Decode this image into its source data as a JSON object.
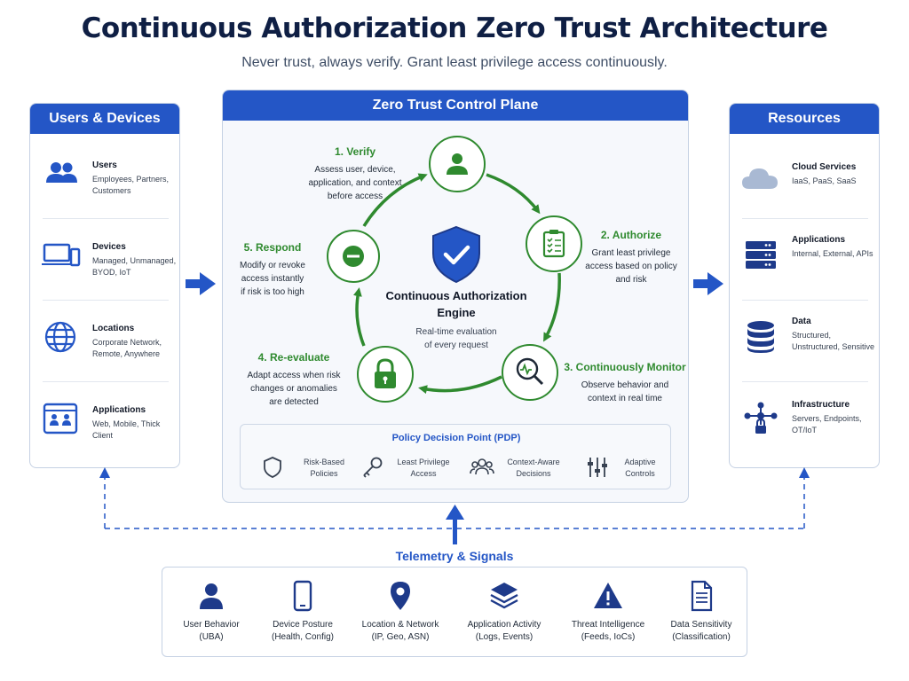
{
  "title": "Continuous Authorization Zero Trust Architecture",
  "subtitle": "Never trust, always verify. Grant least privilege access continuously.",
  "left_panel": {
    "header": "Users & Devices",
    "items": [
      {
        "icon": "users-icon",
        "title": "Users",
        "desc": "Employees, Partners, Customers"
      },
      {
        "icon": "devices-icon",
        "title": "Devices",
        "desc": "Managed, Unmanaged, BYOD, IoT"
      },
      {
        "icon": "globe-icon",
        "title": "Locations",
        "desc": "Corporate Network, Remote, Anywhere"
      },
      {
        "icon": "app-window-icon",
        "title": "Applications",
        "desc": "Web, Mobile, Thick Client"
      }
    ]
  },
  "right_panel": {
    "header": "Resources",
    "items": [
      {
        "icon": "cloud-icon",
        "title": "Cloud Services",
        "desc": "IaaS, PaaS, SaaS"
      },
      {
        "icon": "server-icon",
        "title": "Applications",
        "desc": "Internal, External, APIs"
      },
      {
        "icon": "database-icon",
        "title": "Data",
        "desc": "Structured, Unstructured, Sensitive"
      },
      {
        "icon": "network-lock-icon",
        "title": "Infrastructure",
        "desc": "Servers, Endpoints, OT/IoT"
      }
    ]
  },
  "control_plane": {
    "header": "Zero Trust Control Plane",
    "engine_title_1": "Continuous Authorization",
    "engine_title_2": "Engine",
    "engine_sub_1": "Real-time evaluation",
    "engine_sub_2": "of every request",
    "steps": [
      {
        "icon": "user-icon",
        "title": "1. Verify",
        "lines": [
          "Assess user, device,",
          "application, and context",
          "before access"
        ]
      },
      {
        "icon": "clipboard-check-icon",
        "title": "2. Authorize",
        "lines": [
          "Grant least privilege",
          "access based on policy",
          "and risk"
        ]
      },
      {
        "icon": "magnifier-pulse-icon",
        "title": "3. Continuously Monitor",
        "lines": [
          "Observe behavior and",
          "context in real time"
        ]
      },
      {
        "icon": "lock-icon",
        "title": "4. Re-evaluate",
        "lines": [
          "Adapt access when risk",
          "changes or anomalies",
          "are detected"
        ]
      },
      {
        "icon": "minus-circle-icon",
        "title": "5. Respond",
        "lines": [
          "Modify or revoke",
          "access instantly",
          "if risk is too high"
        ]
      }
    ],
    "pdp": {
      "title": "Policy Decision Point (PDP)",
      "items": [
        {
          "icon": "shield-outline-icon",
          "lines": [
            "Risk-Based",
            "Policies"
          ]
        },
        {
          "icon": "key-icon",
          "lines": [
            "Least Privilege",
            "Access"
          ]
        },
        {
          "icon": "people-outline-icon",
          "lines": [
            "Context-Aware",
            "Decisions"
          ]
        },
        {
          "icon": "sliders-icon",
          "lines": [
            "Adaptive",
            "Controls"
          ]
        }
      ]
    }
  },
  "telemetry": {
    "title": "Telemetry & Signals",
    "items": [
      {
        "icon": "person-icon",
        "lines": [
          "User Behavior",
          "(UBA)"
        ]
      },
      {
        "icon": "phone-icon",
        "lines": [
          "Device Posture",
          "(Health, Config)"
        ]
      },
      {
        "icon": "map-pin-icon",
        "lines": [
          "Location & Network",
          "(IP, Geo, ASN)"
        ]
      },
      {
        "icon": "layers-icon",
        "lines": [
          "Application Activity",
          "(Logs, Events)"
        ]
      },
      {
        "icon": "warning-icon",
        "lines": [
          "Threat Intelligence",
          "(Feeds, IoCs)"
        ]
      },
      {
        "icon": "document-icon",
        "lines": [
          "Data Sensitivity",
          "(Classification)"
        ]
      }
    ]
  },
  "colors": {
    "primary": "#2456c6",
    "green": "#2f8a2f",
    "navy": "#0f1f44"
  }
}
